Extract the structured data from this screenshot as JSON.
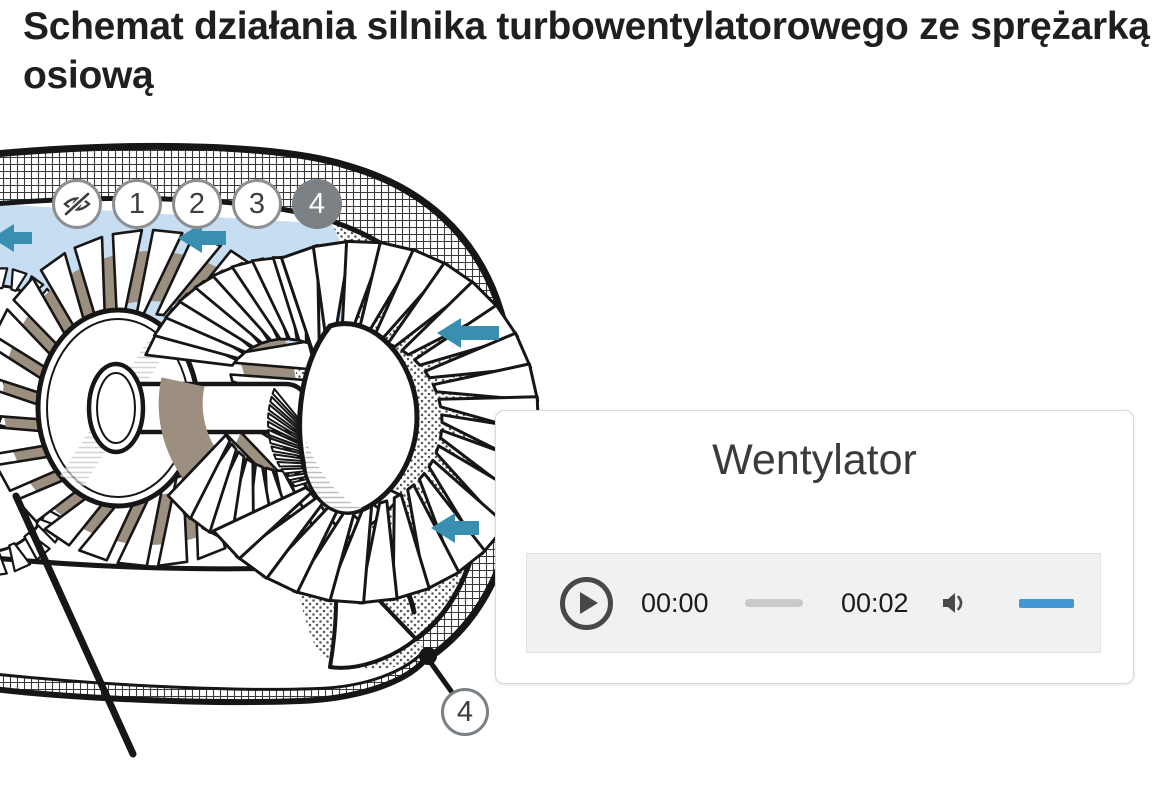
{
  "page": {
    "title": "Schemat działania silnika turbowentylatorowego ze sprężarką osiową"
  },
  "diagram": {
    "toolbar": {
      "hide_icon": "eye-off-icon",
      "hotspots": [
        {
          "label": "1",
          "active": false
        },
        {
          "label": "2",
          "active": false
        },
        {
          "label": "3",
          "active": false
        },
        {
          "label": "4",
          "active": true
        }
      ]
    },
    "marker": {
      "label": "4"
    },
    "colors": {
      "airflow": "#c7ddf1",
      "arrow": "#398fb0",
      "active_hotspot": "#7c8186",
      "tan_shading": "#9d8f7f",
      "ink": "#161616"
    }
  },
  "popup": {
    "title": "Wentylator",
    "player": {
      "play_icon": "play-icon",
      "current_time": "00:00",
      "duration": "00:02",
      "volume_icon": "volume-icon",
      "accent_color": "#4298d5"
    }
  }
}
